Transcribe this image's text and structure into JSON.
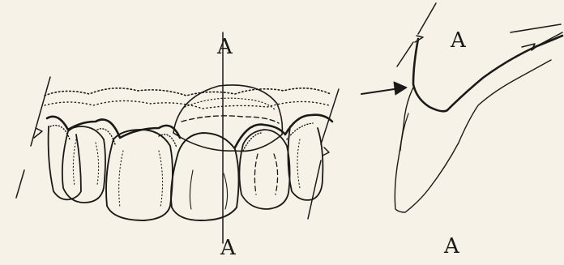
{
  "figure": {
    "section_label_front_top": "A",
    "section_label_front_bottom": "A",
    "section_label_profile_top": "A",
    "section_label_profile_bottom": "A"
  },
  "colors": {
    "background": "#f7f2e7",
    "ink": "#1c1a18"
  }
}
